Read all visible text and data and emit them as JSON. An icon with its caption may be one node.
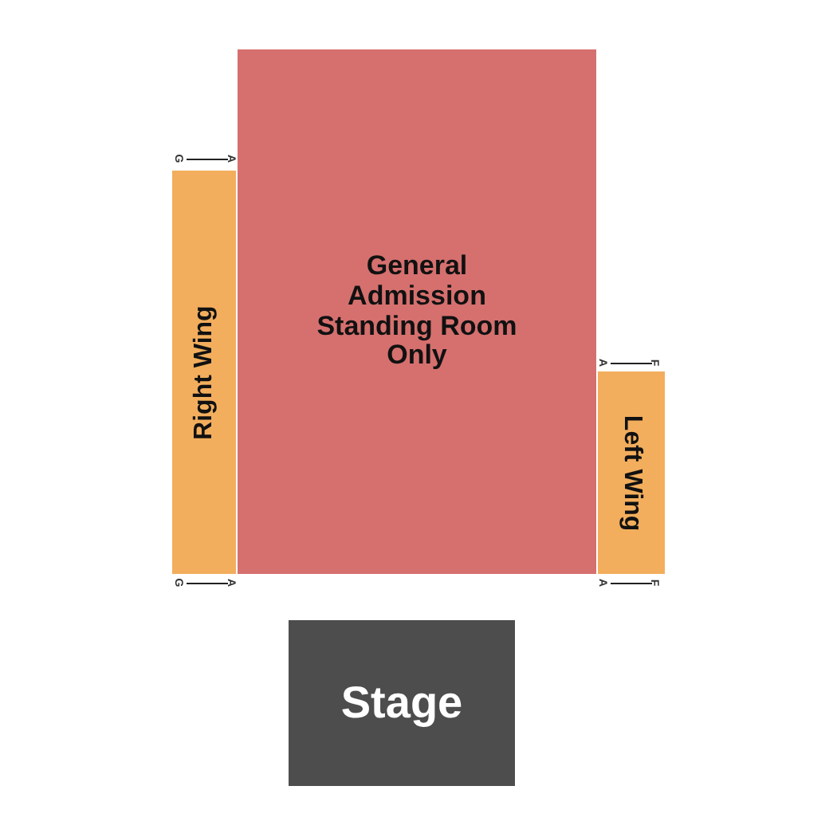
{
  "diagram": {
    "nodes": [
      {
        "text": [
          "General Admission Standing Room Only"
        ]
      },
      {
        "text": [
          "Right Wing"
        ]
      },
      {
        "text": [
          "Left Wing"
        ]
      },
      {
        "text": [
          "Stage"
        ]
      }
    ],
    "labels": [
      "G",
      "A",
      "A",
      "F",
      "G",
      "A",
      "A",
      "F"
    ]
  }
}
